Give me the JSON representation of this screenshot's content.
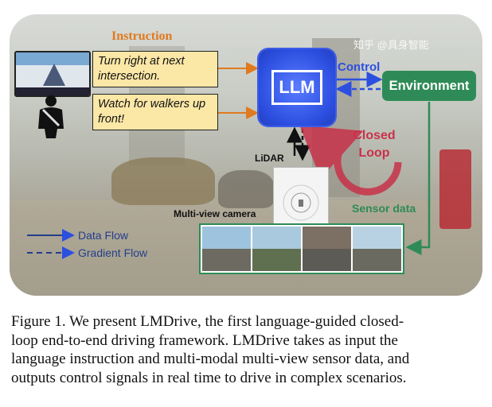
{
  "figure": {
    "instruction_title": "Instruction",
    "instructions": [
      {
        "line1": "Turn right at next",
        "line2": "intersection."
      },
      {
        "line1": "Watch for walkers up",
        "line2": "front!"
      }
    ],
    "llm_label": "LLM",
    "control_label": "Control",
    "environment_label": "Environment",
    "closed_loop_line1": "Closed",
    "closed_loop_line2": "Loop",
    "lidar_label": "LiDAR",
    "camera_label": "Multi-view camera",
    "sensor_label": "Sensor data",
    "legend": {
      "data_flow": "Data Flow",
      "gradient_flow": "Gradient Flow"
    },
    "watermark": "知乎 @具身智能",
    "colors": {
      "orange": "#e07a1f",
      "blue": "#2c4fe0",
      "green": "#2e8b57",
      "crimson": "#c8324a"
    }
  },
  "caption": {
    "lines": [
      "Figure 1. We present LMDrive, the first language-guided closed-",
      "loop end-to-end driving framework. LMDrive takes as input the",
      "language instruction and multi-modal multi-view sensor data, and",
      "outputs control signals in real time to drive in complex scenarios."
    ]
  }
}
